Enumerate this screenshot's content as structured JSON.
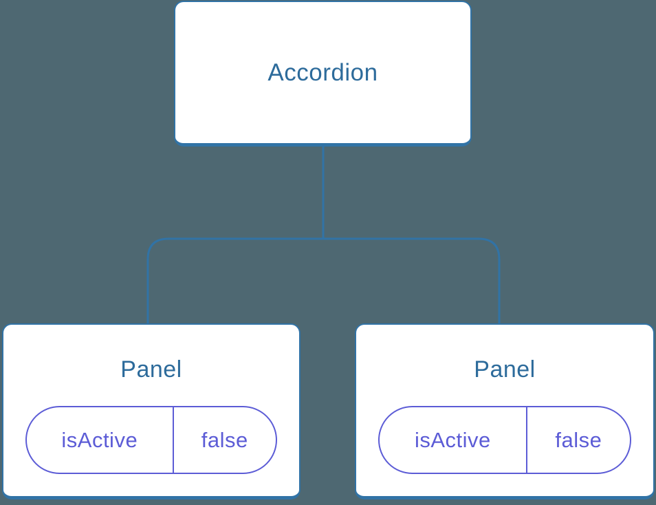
{
  "figure": {
    "colors": {
      "background": "#4e6872",
      "node_border": "#3173a6",
      "node_text": "#2d6b9b",
      "prop_accent": "#5c5cd6",
      "card_background": "#ffffff"
    },
    "root": {
      "label": "Accordion"
    },
    "panels": [
      {
        "label": "Panel",
        "prop_name": "isActive",
        "prop_value": "false"
      },
      {
        "label": "Panel",
        "prop_name": "isActive",
        "prop_value": "false"
      }
    ]
  }
}
